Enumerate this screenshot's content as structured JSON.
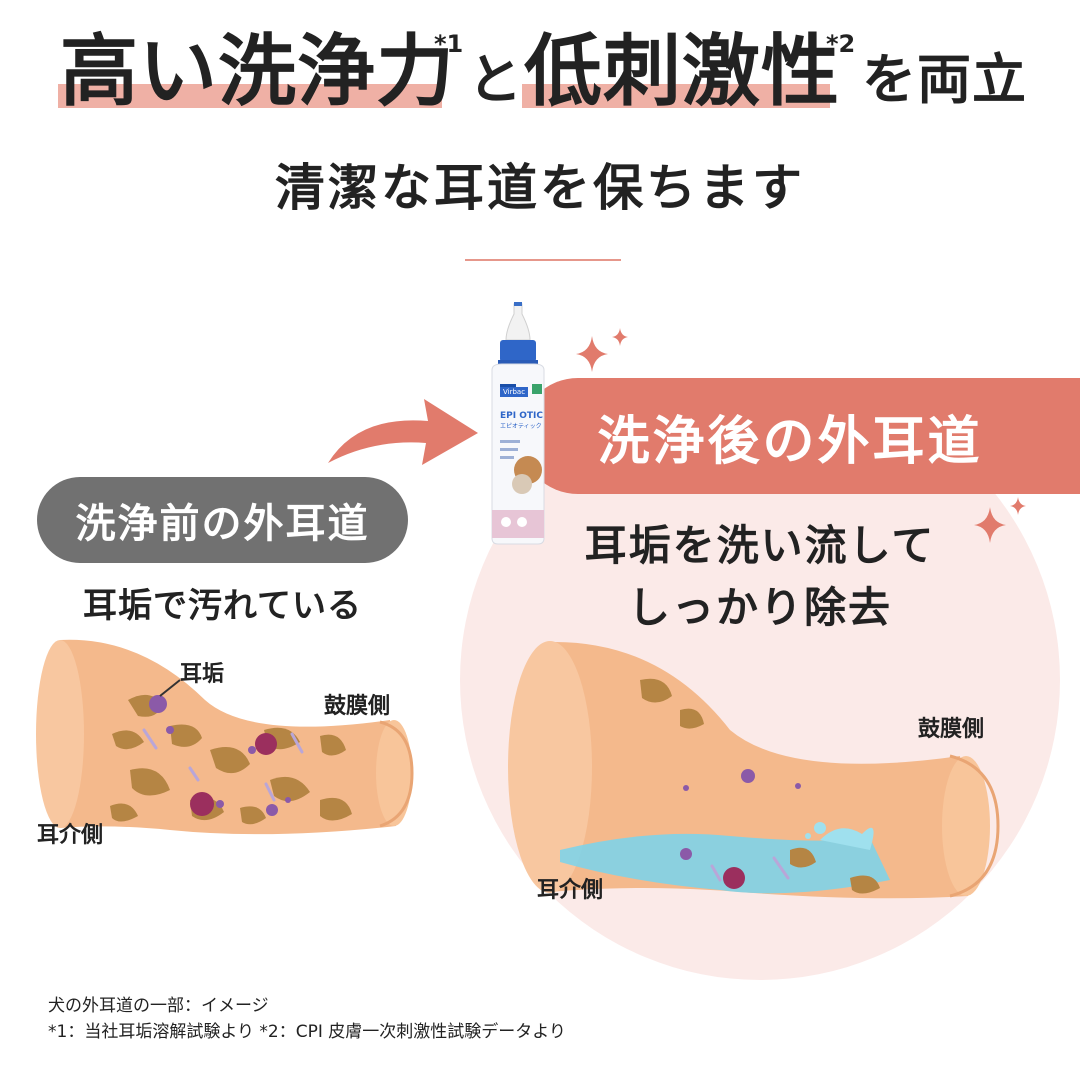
{
  "headline": {
    "part1": "高い洗浄力",
    "sup1": "*1",
    "connector": "と",
    "part2": "低刺激性",
    "sup2": "*2",
    "ending": "を両立"
  },
  "subheadline": "清潔な耳道を保ちます",
  "before": {
    "pill_label": "洗浄前の外耳道",
    "caption": "耳垢で汚れている",
    "label_earwax": "耳垢",
    "label_eardrum_side": "鼓膜側",
    "label_auricle_side": "耳介側"
  },
  "after": {
    "pill_label": "洗浄後の外耳道",
    "caption_line1": "耳垢を洗い流して",
    "caption_line2": "しっかり除去",
    "label_eardrum_side": "鼓膜側",
    "label_auricle_side": "耳介側"
  },
  "product": {
    "maker": "Virbac",
    "brand": "EPI OTIC",
    "name_jp": "エピオティック"
  },
  "footnotes": {
    "line1": "犬の外耳道の一部：イメージ",
    "line2": "*1：当社耳垢溶解試験より *2：CPI 皮膚一次刺激性試験データより"
  },
  "colors": {
    "accent": "#e17b6c",
    "underline": "#efb0a5",
    "gray_pill": "#717171",
    "circle_bg": "#fbeae8",
    "skin": "#f4b98c",
    "dirt": "#b58544",
    "water": "#7fd3e8"
  }
}
